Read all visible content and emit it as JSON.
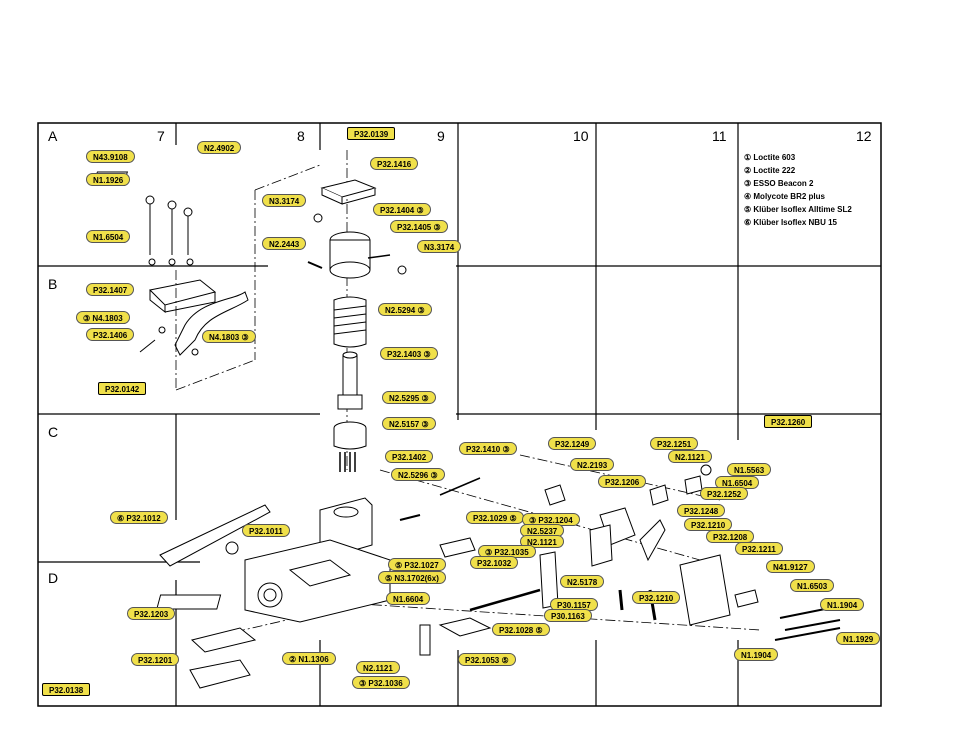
{
  "grid": {
    "columns": [
      "7",
      "8",
      "9",
      "10",
      "11",
      "12"
    ],
    "rows": [
      "A",
      "B",
      "C",
      "D"
    ]
  },
  "legend": [
    "① Loctite 603",
    "② Loctite 222",
    "③ ESSO Beacon 2",
    "④ Molycote BR2 plus",
    "⑤ Klüber Isoflex Alltime SL2",
    "⑥ Klüber Isoflex NBU 15"
  ],
  "labels": [
    "P32.0139",
    "N2.4902",
    "N43.9108",
    "P32.1416",
    "N1.1926",
    "N3.3174",
    "P32.1404 ③",
    "P32.1405 ③",
    "N1.6504",
    "N2.2443",
    "N3.3174",
    "P32.1407",
    "N2.5294 ③",
    "③ N4.1803",
    "P32.1406",
    "N4.1803 ③",
    "P32.1403 ③",
    "P32.0142",
    "N2.5295 ③",
    "N2.5157 ③",
    "P32.1260",
    "P32.1402",
    "P32.1410 ③",
    "P32.1249",
    "P32.1251",
    "N2.1121",
    "N2.2193",
    "N1.5563",
    "N2.5296 ③",
    "P32.1206",
    "N1.6504",
    "P32.1252",
    "⑥ P32.1012",
    "P32.1029 ⑤",
    "③ P32.1204",
    "P32.1248",
    "P32.1011",
    "N2.5237",
    "P32.1210",
    "N2.1121",
    "P32.1208",
    "③ P32.1035",
    "P32.1211",
    "⑤ P32.1027",
    "P32.1032",
    "N41.9127",
    "⑤ N3.1702(6x)",
    "N2.5178",
    "N1.6503",
    "N1.6604",
    "P30.1157",
    "P32.1210",
    "N1.1904",
    "P32.1203",
    "P30.1163",
    "P32.1028 ⑤",
    "N1.1929",
    "② N1.1306",
    "N1.1904",
    "P32.1201",
    "N2.1121",
    "P32.1053 ⑤",
    "③ P32.1036",
    "P32.0138"
  ]
}
